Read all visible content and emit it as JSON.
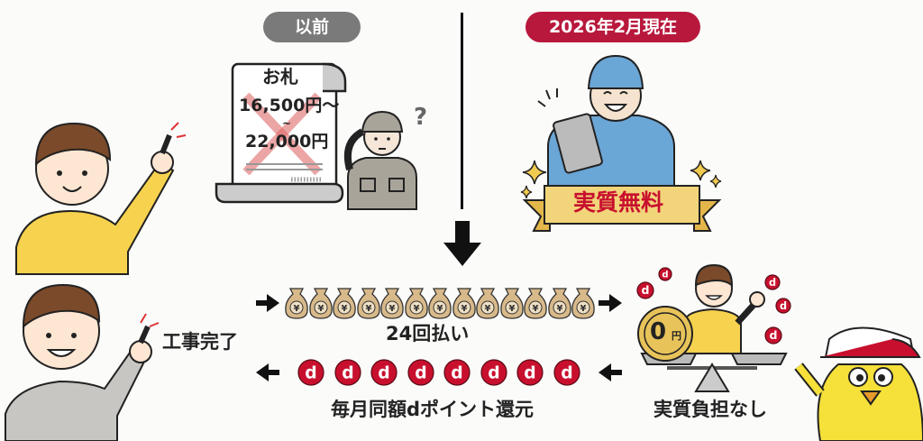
{
  "before": {
    "badge": "以前",
    "receipt_title": "お札",
    "price_from": "16,500円～",
    "tilde": "~",
    "price_to": "22,000円",
    "worker_mark": "?"
  },
  "now": {
    "badge": "2026年2月現在",
    "banner": "実質無料"
  },
  "flow": {
    "construction_done": "工事完了",
    "installments_label": "24回払い",
    "installment_count": 13,
    "installment_bag_symbol": "¥",
    "points_label": "毎月同額dポイント還元",
    "points_coin_count": 8,
    "points_coin_symbol": "d",
    "result_label": "実質負担なし",
    "coin_value": "0",
    "coin_unit": "円"
  },
  "colors": {
    "before_badge": "#7a7a7a",
    "now_badge": "#b8183c",
    "d_point_red": "#c8102e",
    "bag": "#d8b98a",
    "gold": "#e8c35a",
    "shirt_yellow": "#f7d24e",
    "uniform_blue": "#6aa6d6",
    "uniform_gray": "#a9a49a"
  }
}
